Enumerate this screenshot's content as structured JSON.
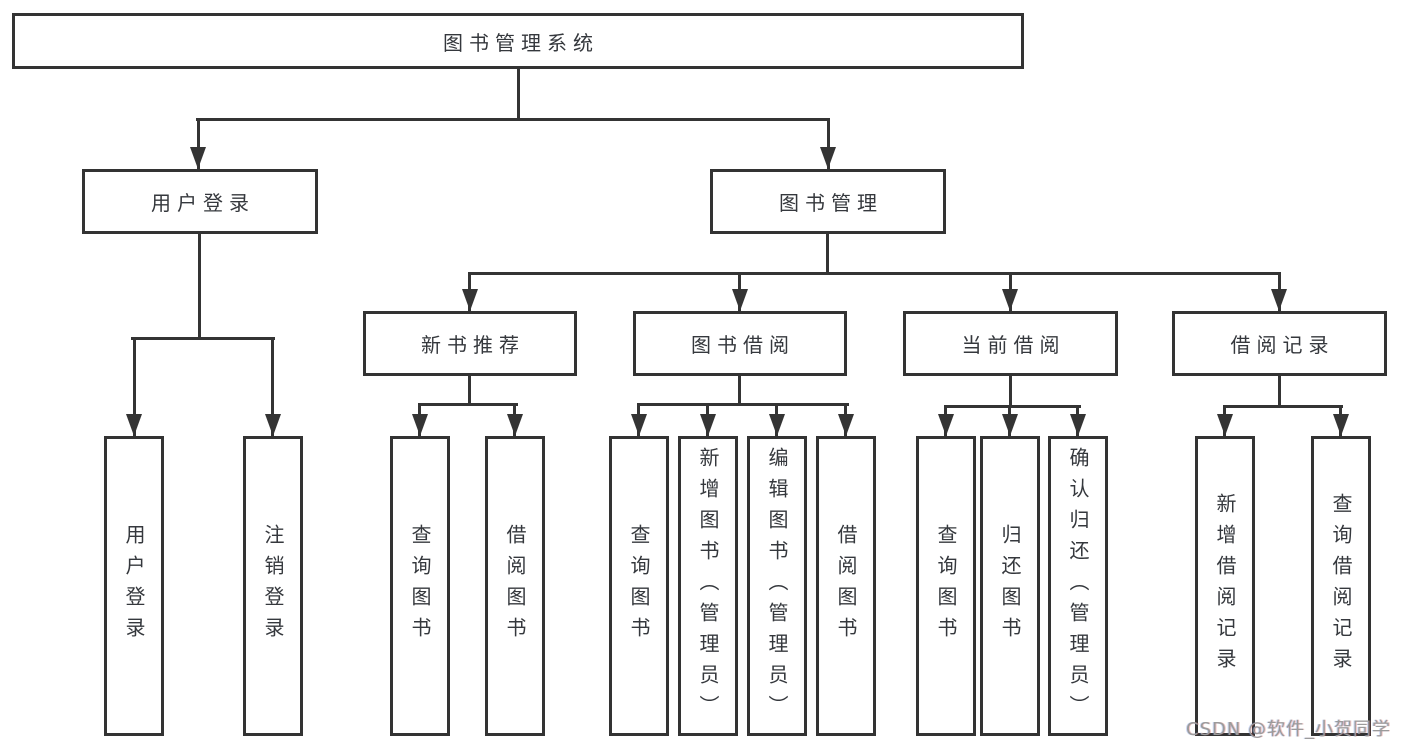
{
  "diagram": {
    "title": "图书管理系统",
    "level2": [
      {
        "label": "用户登录"
      },
      {
        "label": "图书管理"
      }
    ],
    "level3": [
      {
        "label": "新书推荐",
        "parent": "图书管理"
      },
      {
        "label": "图书借阅",
        "parent": "图书管理"
      },
      {
        "label": "当前借阅",
        "parent": "图书管理"
      },
      {
        "label": "借阅记录",
        "parent": "图书管理"
      }
    ],
    "leaves": [
      {
        "label": "用户登录",
        "parent": "用户登录"
      },
      {
        "label": "注销登录",
        "parent": "用户登录"
      },
      {
        "label": "查询图书",
        "parent": "新书推荐"
      },
      {
        "label": "借阅图书",
        "parent": "新书推荐"
      },
      {
        "label": "查询图书",
        "parent": "图书借阅"
      },
      {
        "label": "新增图书（管理员）",
        "parent": "图书借阅"
      },
      {
        "label": "编辑图书（管理员）",
        "parent": "图书借阅"
      },
      {
        "label": "借阅图书",
        "parent": "图书借阅"
      },
      {
        "label": "查询图书",
        "parent": "当前借阅"
      },
      {
        "label": "归还图书",
        "parent": "当前借阅"
      },
      {
        "label": "确认归还（管理员）",
        "parent": "当前借阅"
      },
      {
        "label": "新增借阅记录",
        "parent": "借阅记录"
      },
      {
        "label": "查询借阅记录",
        "parent": "借阅记录"
      }
    ]
  },
  "watermark": {
    "text": "CSDN @软件_小贺同学"
  },
  "colors": {
    "line": "#343434",
    "box_border": "#333333",
    "text": "#35383d",
    "watermark": "#9b9b9b",
    "background": "#ffffff"
  }
}
